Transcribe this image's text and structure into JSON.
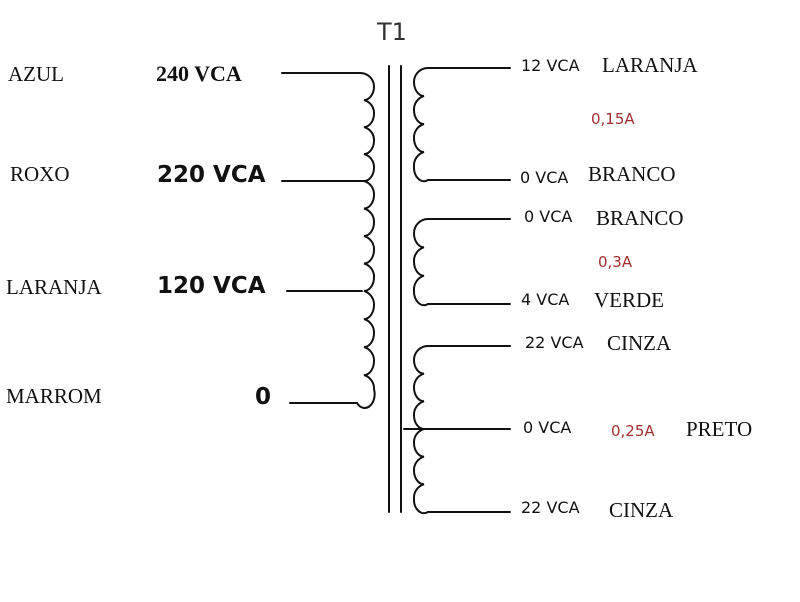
{
  "transformer": {
    "label": "T1"
  },
  "primary": {
    "wire_colors": [
      "AZUL",
      "ROXO",
      "LARANJA",
      "MARROM"
    ],
    "voltages": [
      "240 VCA",
      "220 VCA",
      "120 VCA",
      "0"
    ]
  },
  "secondary": {
    "windings": [
      {
        "current": "0,15A",
        "taps": [
          {
            "voltage": "12 VCA",
            "color": "LARANJA"
          },
          {
            "voltage": "0 VCA",
            "color": "BRANCO"
          }
        ]
      },
      {
        "current": "0,3A",
        "taps": [
          {
            "voltage": "0 VCA",
            "color": "BRANCO"
          },
          {
            "voltage": "4 VCA",
            "color": "VERDE"
          }
        ]
      },
      {
        "current": "0,25A",
        "taps": [
          {
            "voltage": "22 VCA",
            "color": "CINZA"
          },
          {
            "voltage": "0 VCA",
            "color": "PRETO"
          },
          {
            "voltage": "22 VCA",
            "color": "CINZA"
          }
        ]
      }
    ]
  },
  "colors": {
    "line": "#111111",
    "current_text": "#a03030",
    "title_text": "#333333"
  }
}
